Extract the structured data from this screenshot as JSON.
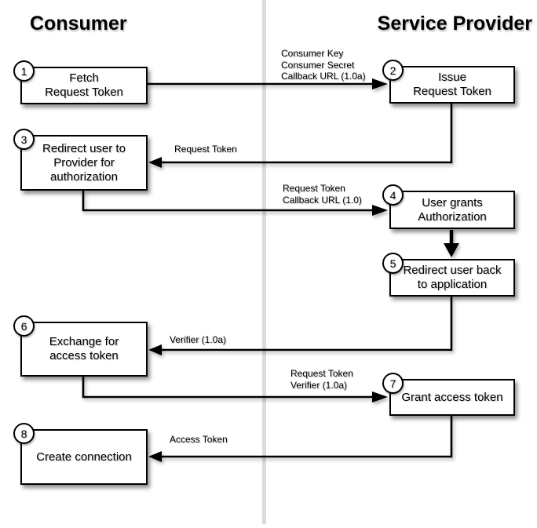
{
  "columns": {
    "left": "Consumer",
    "right": "Service Provider"
  },
  "steps": [
    {
      "num": "1",
      "label": "Fetch\nRequest Token"
    },
    {
      "num": "2",
      "label": "Issue\nRequest Token"
    },
    {
      "num": "3",
      "label": "Redirect user to\nProvider for\nauthorization"
    },
    {
      "num": "4",
      "label": "User grants\nAuthorization"
    },
    {
      "num": "5",
      "label": "Redirect user back\nto application"
    },
    {
      "num": "6",
      "label": "Exchange for\naccess token"
    },
    {
      "num": "7",
      "label": "Grant access token"
    },
    {
      "num": "8",
      "label": "Create connection"
    }
  ],
  "messages": [
    {
      "text": "Consumer Key\nConsumer Secret\nCallback URL (1.0a)"
    },
    {
      "text": "Request Token"
    },
    {
      "text": "Request Token\nCallback URL (1.0)"
    },
    {
      "text": "Verifier (1.0a)"
    },
    {
      "text": "Request Token\nVerifier (1.0a)"
    },
    {
      "text": "Access Token"
    }
  ],
  "colors": {
    "line": "#000000",
    "divider": "#dbdbdb",
    "box_fill": "#ffffff"
  }
}
